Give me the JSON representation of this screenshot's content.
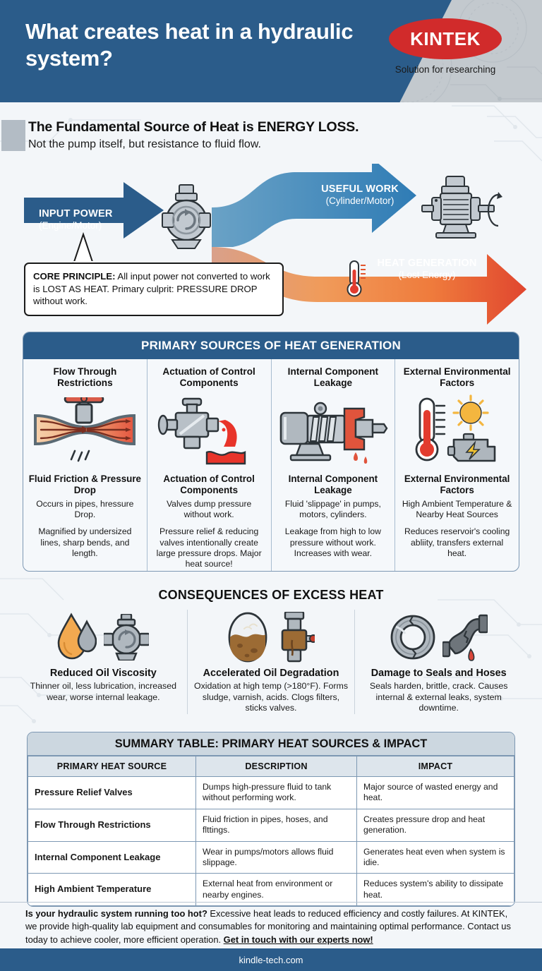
{
  "header": {
    "title": "What creates heat in a hydraulic system?",
    "logo_text": "KINTEK",
    "logo_tagline": "Solution for researching",
    "brand_blue": "#2b5c8a",
    "brand_red": "#d12b2b",
    "gray_panel": "#c3c9ce"
  },
  "subhead": {
    "main": "The Fundamental Source of Heat is ENERGY LOSS.",
    "sub": "Not the pump itself, but resistance to fluid flow."
  },
  "flow": {
    "input": {
      "title": "INPUT POWER",
      "subtitle": "(Engine/Motor)",
      "color": "#2b5c8a"
    },
    "useful": {
      "title": "USEFUL WORK",
      "subtitle": "(Cylinder/Motor)",
      "color": "#3a7fb5"
    },
    "heat": {
      "title": "HEAT GENERATION",
      "subtitle": "(Lost Energy)",
      "color": "#e8622e"
    },
    "core_principle_label": "CORE PRINCIPLE:",
    "core_principle_text": " All input power not converted to work is LOST AS HEAT. Primary culprit: PRESSURE DROP without work.",
    "pump_icon": "pump-icon",
    "motor_icon": "electric-motor-icon",
    "thermometer_icon": "thermometer-icon"
  },
  "primary": {
    "heading": "PRIMARY SOURCES OF HEAT GENERATION",
    "columns": [
      {
        "title": "Flow Through Restrictions",
        "icon": "restricted-pipe-flow-icon",
        "subtitle": "Fluid Friction & Pressure Drop",
        "paras": [
          "Occurs in pipes, hressure Drop.",
          "Magnified by undersized lines, sharp bends, and length."
        ]
      },
      {
        "title": "Actuation of Control Components",
        "icon": "control-valve-dumping-icon",
        "subtitle": "Actuation of Control Components",
        "paras": [
          "Valves dump pressure without work.",
          "Pressure relief & reducing valves intentionally create large pressure drops. Major heat source!"
        ]
      },
      {
        "title": "Internal Component Leakage",
        "icon": "pump-cutaway-leak-icon",
        "subtitle": "Internal Component Leakage",
        "paras": [
          "Fluid 'slippage' in pumps, motors, cylinders.",
          "Leakage from high to low pressure without work. Increases with wear."
        ]
      },
      {
        "title": "External Environmental Factors",
        "icon": "thermometer-sun-engine-icon",
        "subtitle": "External Environmental Factors",
        "paras": [
          "High Ambient Temperature & Nearby Heat Sources",
          "Reduces reservoir's cooling abliity, transfers external heat."
        ]
      }
    ]
  },
  "consequences": {
    "heading": "CONSEQUENCES OF EXCESS HEAT",
    "items": [
      {
        "title": "Reduced Oil Viscosity",
        "icons": [
          "oil-droplet-icon",
          "pump-circulation-icon"
        ],
        "text": "Thinner oil, less lubrication, increased wear, worse internal leakage."
      },
      {
        "title": "Accelerated Oil Degradation",
        "icons": [
          "degraded-oil-tank-icon",
          "dirty-valve-icon"
        ],
        "text": "Oxidation at high temp (>180°F). Forms sludge, varnish, acids. Clogs filters, sticks valves."
      },
      {
        "title": "Damage to Seals and Hoses",
        "icons": [
          "cracked-seal-ring-icon",
          "leaking-hose-icon"
        ],
        "text": "Seals harden, brittle, crack. Causes internal & external leaks, system downtime."
      }
    ]
  },
  "summary_table": {
    "title": "SUMMARY TABLE: PRIMARY HEAT SOURCES & IMPACT",
    "headers": [
      "PRIMARY HEAT SOURCE",
      "DESCRIPTION",
      "IMPACT"
    ],
    "rows": [
      {
        "source": "Pressure Relief Valves",
        "description": "Dumps high-pressure fluid to tank without performing work.",
        "impact": "Major source of wasted energy and heat."
      },
      {
        "source": "Flow Through Restrictions",
        "description": "Fluid friction in pipes, hoses, and flttings.",
        "impact": "Creates pressure drop and heat generation."
      },
      {
        "source": "Internal Component Leakage",
        "description": "Wear in pumps/motors allows fluid slippage.",
        "impact": "Generates heat even when system is idie."
      },
      {
        "source": "High Ambient Temperature",
        "description": "External heat from environment or nearby engines.",
        "impact": "Reduces system's ability to dissipate heat."
      }
    ]
  },
  "cta": {
    "lead": "Is your hydraulic system running too hot?",
    "body": " Excessive heat leads to reduced efficiency and costly failures. At KINTEK, we provide high-quality lab equipment and consumables for monitoring and maintaining optimal performance. Contact us today to achieve cooler, more efficient operation. ",
    "link": "Get in touch with our experts now!"
  },
  "footer": {
    "site": "kindle-tech.com"
  }
}
